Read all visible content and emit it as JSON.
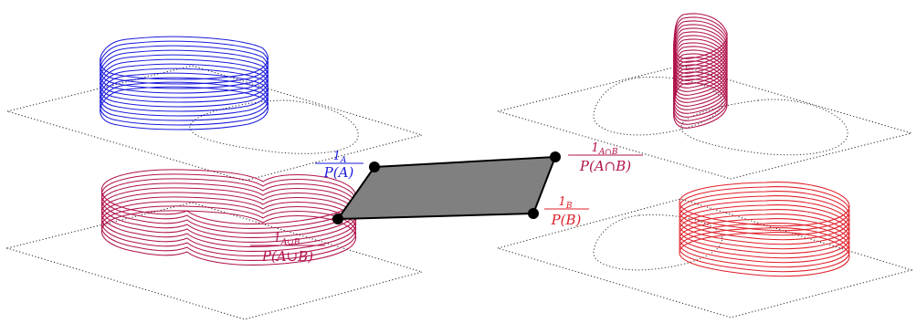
{
  "colors": {
    "A": "#1a1adb",
    "B": "#e0202a",
    "union": "#b0124c",
    "intersection": "#b0124c",
    "quad_fill": "#808080",
    "plane": "#222222"
  },
  "labels": {
    "A": {
      "num": "1",
      "num_sub": "A",
      "den": "P(A)"
    },
    "intersection": {
      "num": "1",
      "num_sub": "A∩B",
      "den": "P(A∩B)"
    },
    "B": {
      "num": "1",
      "num_sub": "B",
      "den": "P(B)"
    },
    "union": {
      "num": "1",
      "num_sub": "A∪B",
      "den": "P(A∪B)"
    }
  }
}
